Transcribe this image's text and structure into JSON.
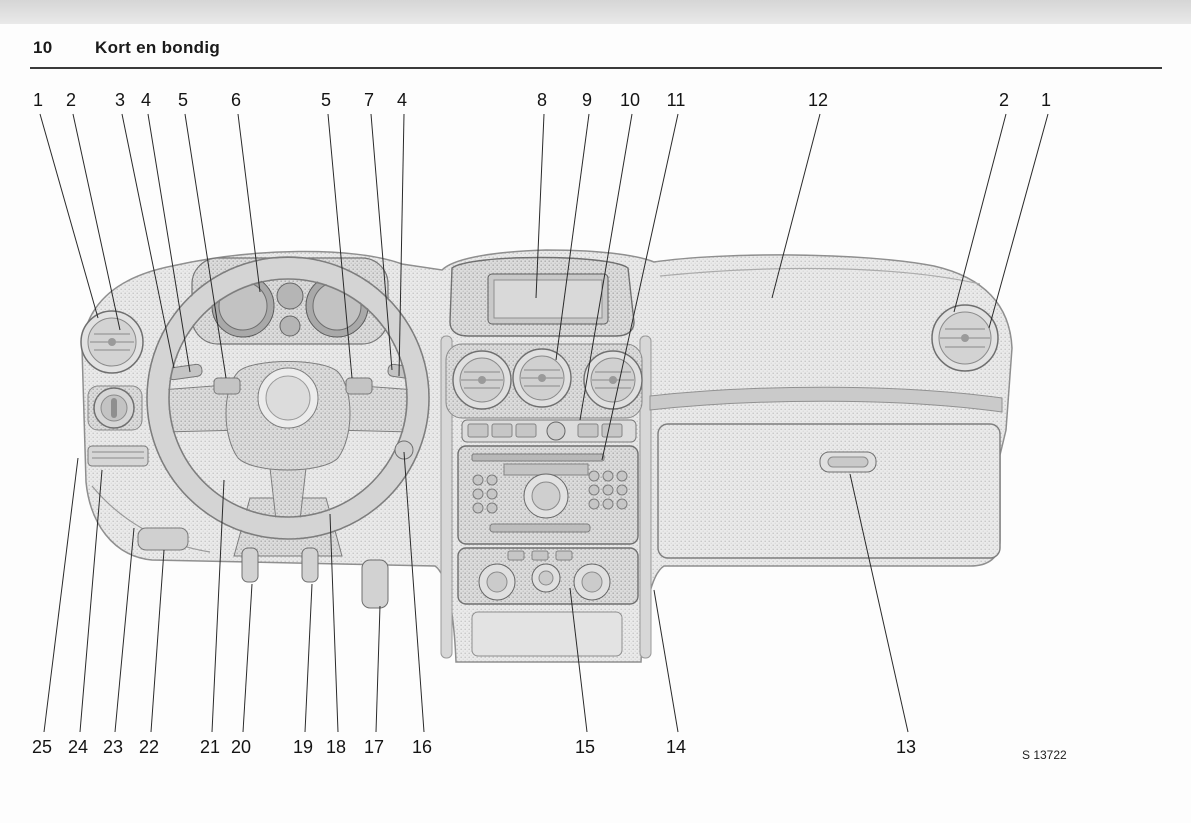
{
  "page": {
    "number": "10",
    "title": "Kort en bondig",
    "figure_ref": "S 13722"
  },
  "callouts": {
    "top": [
      {
        "label": "1"
      },
      {
        "label": "2"
      },
      {
        "label": "3"
      },
      {
        "label": "4"
      },
      {
        "label": "5"
      },
      {
        "label": "6"
      },
      {
        "label": "5"
      },
      {
        "label": "7"
      },
      {
        "label": "4"
      },
      {
        "label": "8"
      },
      {
        "label": "9"
      },
      {
        "label": "10"
      },
      {
        "label": "11"
      },
      {
        "label": "12"
      },
      {
        "label": "2"
      },
      {
        "label": "1"
      }
    ],
    "bottom": [
      {
        "label": "25"
      },
      {
        "label": "24"
      },
      {
        "label": "23"
      },
      {
        "label": "22"
      },
      {
        "label": "21"
      },
      {
        "label": "20"
      },
      {
        "label": "19"
      },
      {
        "label": "18"
      },
      {
        "label": "17"
      },
      {
        "label": "16"
      },
      {
        "label": "15"
      },
      {
        "label": "14"
      },
      {
        "label": "13"
      }
    ]
  }
}
